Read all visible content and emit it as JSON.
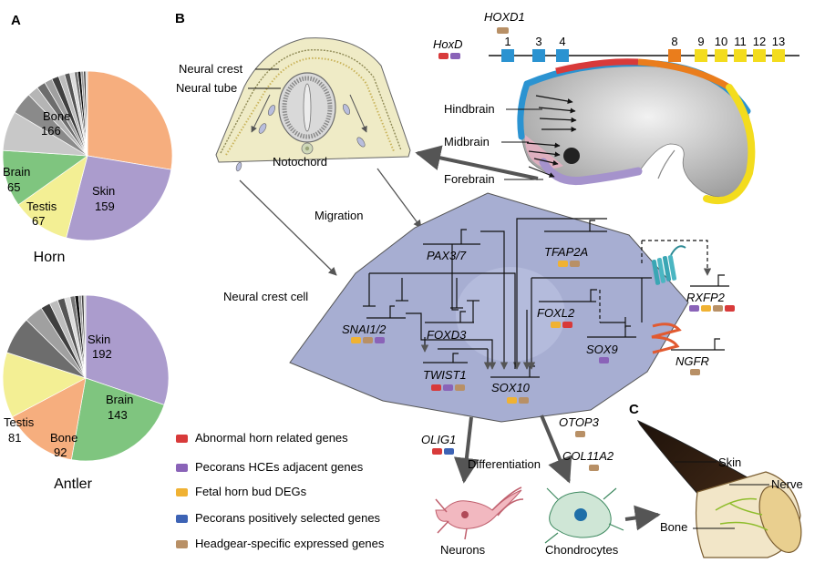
{
  "panels": {
    "a": "A",
    "b": "B",
    "c": "C"
  },
  "horn": {
    "title": "Horn",
    "slices": [
      {
        "label": "Bone",
        "value": "166"
      },
      {
        "label": "Skin",
        "value": "159"
      },
      {
        "label": "Testis",
        "value": "67"
      },
      {
        "label": "Brain",
        "value": "65"
      }
    ]
  },
  "antler": {
    "title": "Antler",
    "slices": [
      {
        "label": "Skin",
        "value": "192"
      },
      {
        "label": "Brain",
        "value": "143"
      },
      {
        "label": "Bone",
        "value": "92"
      },
      {
        "label": "Testis",
        "value": "81"
      }
    ]
  },
  "embryo": {
    "neural_crest": "Neural crest",
    "neural_tube": "Neural tube",
    "notochord": "Notochord",
    "hindbrain": "Hindbrain",
    "midbrain": "Midbrain",
    "forebrain": "Forebrain",
    "migration": "Migration"
  },
  "hox": {
    "hoxd1": "HOXD1",
    "hoxd": "HoxD",
    "numbers": [
      "1",
      "3",
      "4",
      "8",
      "9",
      "10",
      "11",
      "12",
      "13"
    ]
  },
  "cell": {
    "label": "Neural crest cell",
    "genes": {
      "pax": "PAX3/7",
      "tfap": "TFAP2A",
      "rxfp": "RXFP2",
      "foxl": "FOXL2",
      "snai": "SNAI1/2",
      "foxd": "FOXD3",
      "sox9": "SOX9",
      "ngfr": "NGFR",
      "twist": "TWIST1",
      "sox10": "SOX10"
    }
  },
  "outputs": {
    "olig": "OLIG1",
    "otop": "OTOP3",
    "col": "COL11A2",
    "differentiation": "Differentiation",
    "neurons": "Neurons",
    "chondrocytes": "Chondrocytes"
  },
  "legend": [
    {
      "label": "Abnormal horn related genes",
      "color": "#d83a3a"
    },
    {
      "label": "Pecorans HCEs adjacent genes",
      "color": "#8a63b8"
    },
    {
      "label": "Fetal horn bud DEGs",
      "color": "#f0b233"
    },
    {
      "label": "Pecorans positively selected genes",
      "color": "#3d63b5"
    },
    {
      "label": "Headgear-specific expressed genes",
      "color": "#b89066"
    }
  ],
  "horn_c": {
    "skin": "Skin",
    "nerve": "Nerve",
    "bone": "Bone"
  },
  "colors": {
    "bone": "#f6ae7e",
    "skin": "#ab9ccd",
    "brain": "#7fc57f",
    "testis": "#f3ef94",
    "cell_fill": "#a7aed2",
    "hox_blue": "#2b93d1",
    "hox_orange": "#ea7d1c",
    "hox_yellow": "#f3dc1e"
  }
}
